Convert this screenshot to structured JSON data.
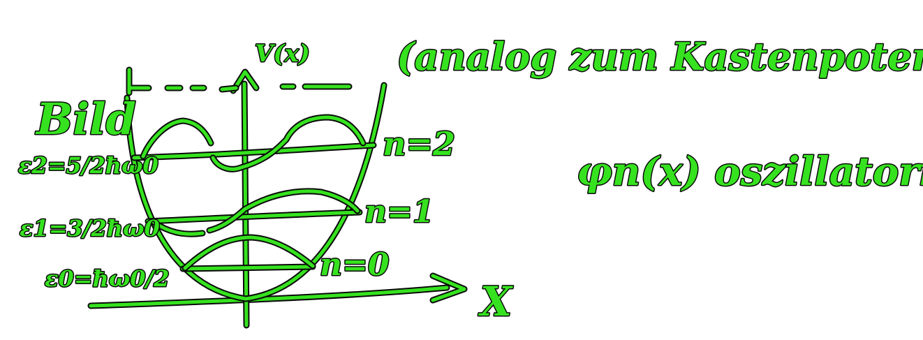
{
  "ink_color": "#36e21f",
  "outline_color": "#0a0a0a",
  "background": "#ffffff",
  "labels": {
    "bild": "Bild",
    "potential": "V(x)",
    "x_axis": "X",
    "note_analog": "(analog zum Kastenpotential",
    "note_psi": "φn(x) oszillatorisch",
    "level_2": "n=2",
    "level_1": "n=1",
    "level_0": "n=0",
    "energy_2": "ε2=5/2ħω0",
    "energy_1": "ε1=3/2ħω0",
    "energy_0": "ε0=ħω0/2"
  }
}
